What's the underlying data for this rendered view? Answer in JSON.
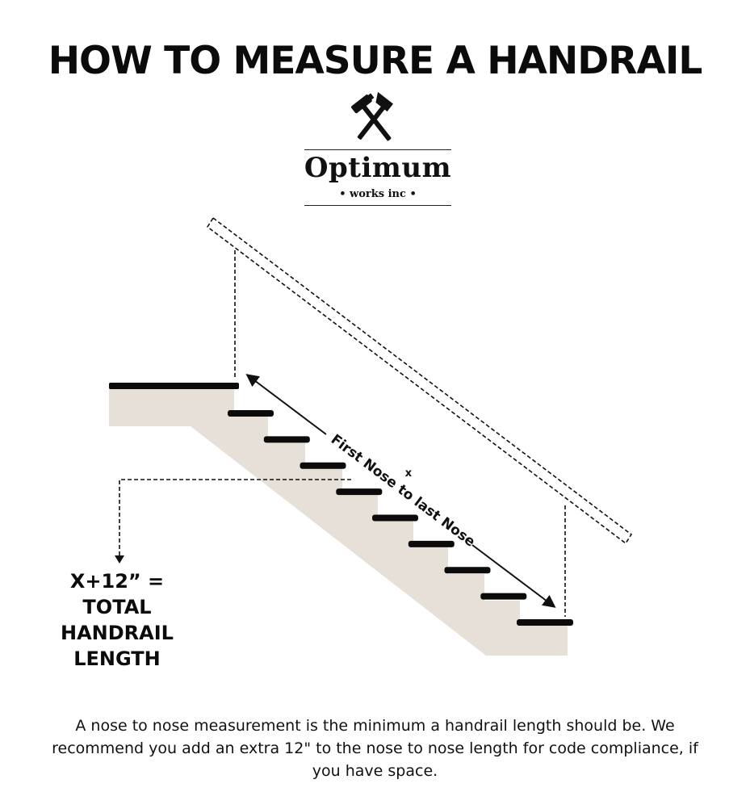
{
  "title": "HOW TO MEASURE A HANDRAIL",
  "logo": {
    "brand": "Optimum",
    "sub": "• works inc •",
    "icon": "crossed-hammer-and-hatchet-icon"
  },
  "diagram": {
    "measure_label": "First Nose to last Nose",
    "x_label": "x",
    "total_label": "X+12” =\nTOTAL\nHANDRAIL\nLENGTH",
    "step_count": 9,
    "colors": {
      "stringer": "#e6e0d8",
      "tread": "#0b0b0b",
      "dashes": "#111111"
    }
  },
  "note": "A nose to nose measurement is the minimum a handrail length should be. We recommend you add an extra 12\" to the nose to nose length for code compliance, if you have space."
}
